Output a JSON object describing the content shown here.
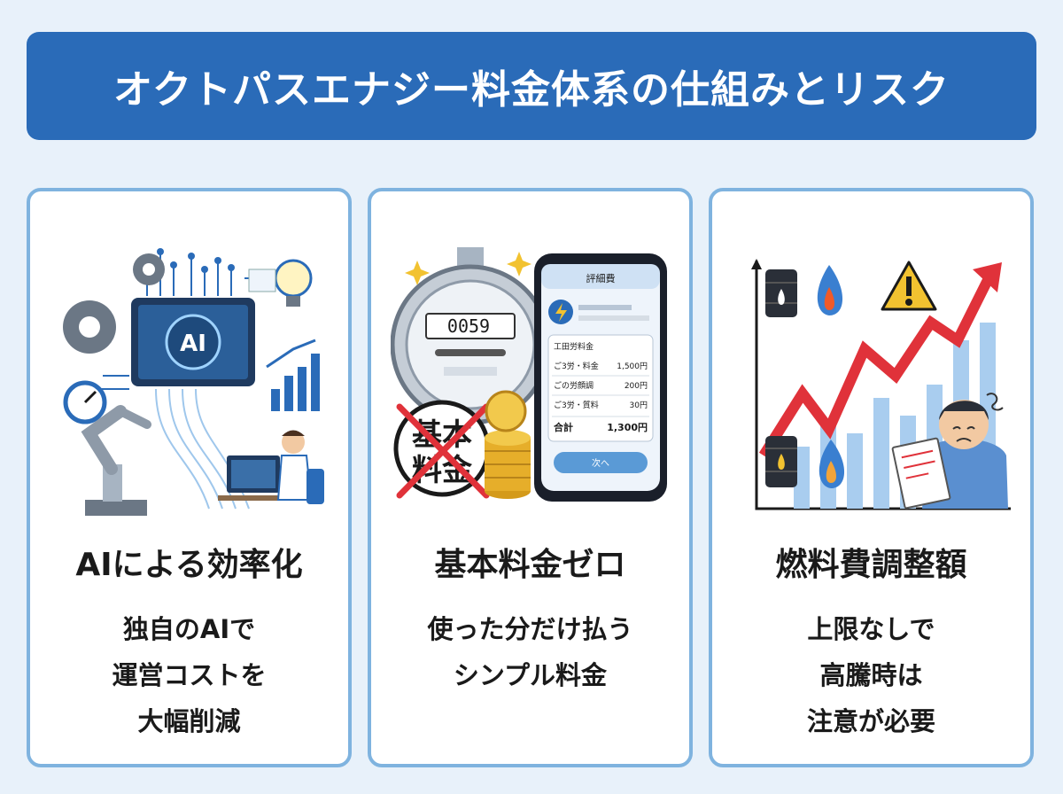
{
  "title": "オクトパスエナジー料金体系の仕組みとリスク",
  "cards": [
    {
      "heading": "AIによる効率化",
      "lines": [
        "独自のAIで",
        "運営コストを",
        "大幅削減"
      ],
      "chip_text": "AI"
    },
    {
      "heading": "基本料金ゼロ",
      "lines": [
        "使った分だけ払う",
        "シンプル料金"
      ],
      "meter_digits": "0059",
      "stamp_text": [
        "基本",
        "料金"
      ],
      "phone": {
        "header": "評細費",
        "row1": [
          "工田労料金",
          ""
        ],
        "row2": [
          "ご3労・料金",
          "1,500円"
        ],
        "row3": [
          "ごの労顔調",
          "200円"
        ],
        "row4": [
          "ご3労・質料",
          "30円"
        ],
        "total": [
          "合計",
          "1,300円"
        ],
        "button": "次へ"
      }
    },
    {
      "heading": "燃料費調整額",
      "lines": [
        "上限なしで",
        "高騰時は",
        "注意が必要"
      ]
    }
  ],
  "colors": {
    "banner": "#2a6bb8",
    "card_border": "#7fb3df",
    "background": "#e8f1fa",
    "trend_red": "#e0323a"
  }
}
